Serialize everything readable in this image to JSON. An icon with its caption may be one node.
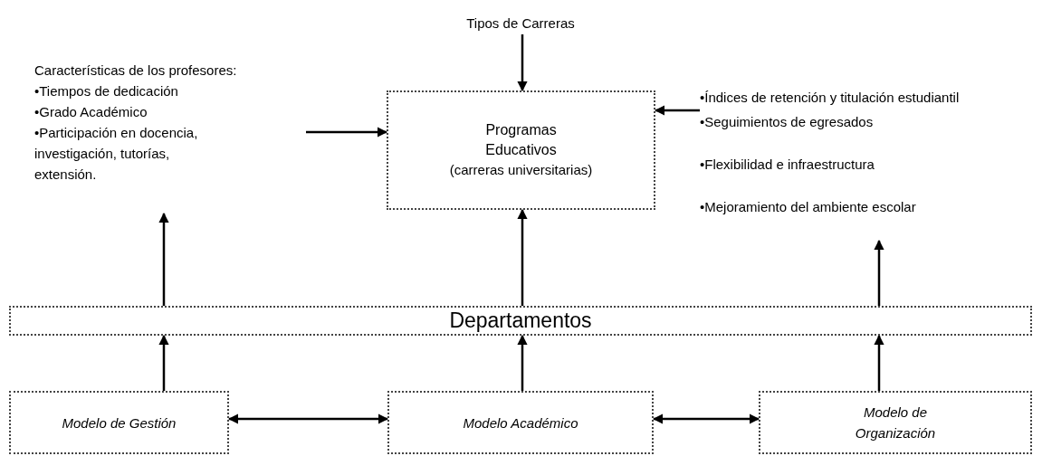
{
  "diagram": {
    "nodes": [
      {
        "text": [
          "Tipos de Carreras"
        ]
      },
      {
        "text": [
          "Programas Educativos",
          "(carreras universitarias)"
        ]
      },
      {
        "text": [
          "Características de los profesores:",
          "•Tiempos de dedicación",
          "•Grado Académico",
          "•Participación en docencia, investigación, tutorías, extensión."
        ]
      },
      {
        "text": [
          "•Índices de retención y titulación estudiantil",
          "•Seguimientos de egresados",
          "•Flexibilidad e infraestructura",
          "•Mejoramiento del ambiente escolar"
        ]
      },
      {
        "text": [
          "Departamentos"
        ]
      },
      {
        "text": [
          "Modelo de Gestión"
        ]
      },
      {
        "text": [
          "Modelo Académico"
        ]
      },
      {
        "text": [
          "Modelo de Organización"
        ]
      }
    ],
    "edges": [
      {
        "from": 0,
        "to": 1,
        "arrow": "to"
      },
      {
        "from": 2,
        "to": 1,
        "arrow": "to"
      },
      {
        "from": 3,
        "to": 1,
        "arrow": "to"
      },
      {
        "from": 4,
        "to": 2,
        "arrow": "to"
      },
      {
        "from": 4,
        "to": 1,
        "arrow": "to"
      },
      {
        "from": 4,
        "to": 3,
        "arrow": "to"
      },
      {
        "from": 5,
        "to": 4,
        "arrow": "to"
      },
      {
        "from": 6,
        "to": 4,
        "arrow": "to"
      },
      {
        "from": 7,
        "to": 4,
        "arrow": "to"
      },
      {
        "from": 5,
        "to": 6,
        "arrow": "both"
      },
      {
        "from": 6,
        "to": 7,
        "arrow": "both"
      }
    ]
  }
}
